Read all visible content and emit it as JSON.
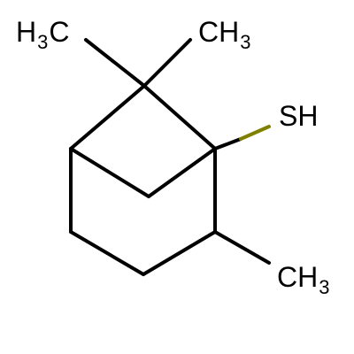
{
  "molecule": {
    "labels": {
      "methyl_top_left": {
        "prefix": "H",
        "sub": "3",
        "suffix": "C"
      },
      "methyl_top_right": {
        "prefix": "CH",
        "sub": "3",
        "suffix": ""
      },
      "thiol": {
        "prefix": "SH",
        "sub": "",
        "suffix": ""
      },
      "methyl_bottom": {
        "prefix": "CH",
        "sub": "3",
        "suffix": ""
      }
    },
    "colors": {
      "bond": "#000000",
      "sulfur_bond": "#808000",
      "text": "#000000",
      "background": "#ffffff"
    }
  }
}
